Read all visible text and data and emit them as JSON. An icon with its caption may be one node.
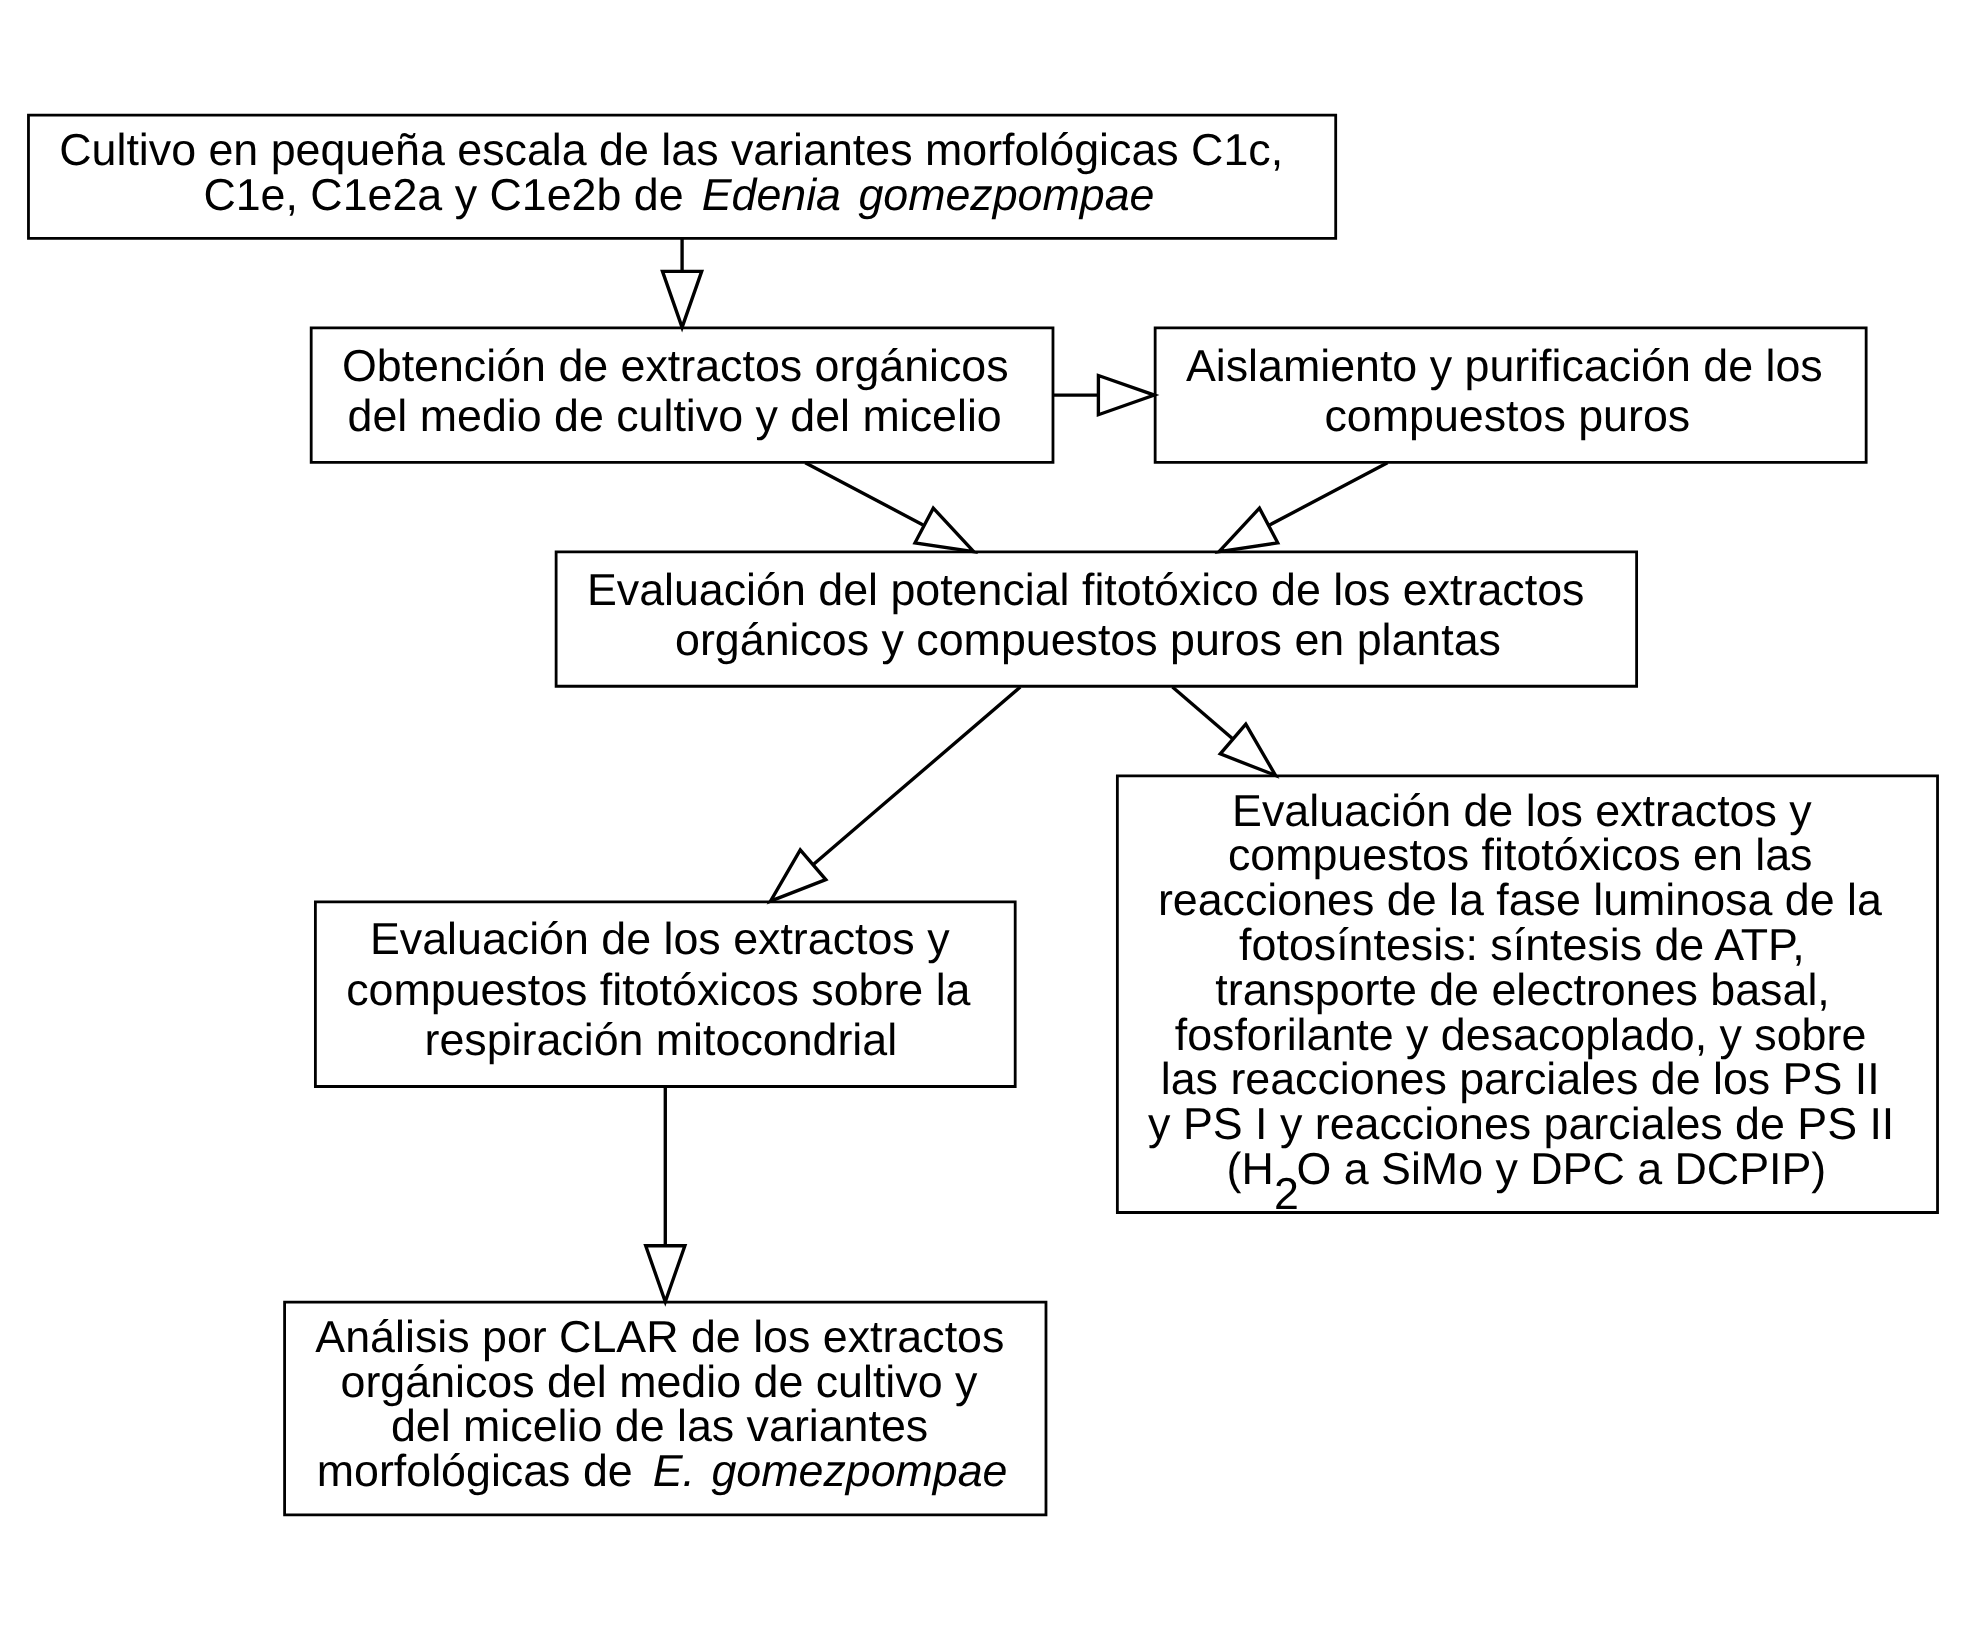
{
  "diagram": {
    "nodes": [
      {
        "text": [
          "Cultivo en pequeña escala de las variantes morfológicas C1c, C1e, C1e2a y C1e2b de *Edenia gomezpompae*"
        ]
      },
      {
        "text": [
          "Obtención de extractos orgánicos del medio de cultivo y del micelio"
        ]
      },
      {
        "text": [
          "Aislamiento y purificación de los compuestos puros"
        ]
      },
      {
        "text": [
          "Evaluación del potencial fitotóxico de los extractos orgánicos y compuestos puros en plantas"
        ]
      },
      {
        "text": [
          "Evaluación de los extractos y compuestos fitotóxicos sobre la respiración mitocondrial"
        ]
      },
      {
        "text": [
          "Evaluación de los extractos y compuestos fitotóxicos en las reacciones de la fase luminosa de la fotosíntesis: síntesis de ATP, transporte de electrones basal, fosforilante y desacoplado, y sobre las reacciones parciales de los PS II y PS I y reacciones parciales de PS II (H$_{2}$O a SiMo y DPC a DCPIP)"
        ]
      },
      {
        "text": [
          "Análisis por CLAR de los extractos orgánicos del medio de cultivo y del micelio de las variantes morfológicas de *E. gomezpompae*"
        ]
      }
    ],
    "edges": [
      {
        "from": 0,
        "to": 1,
        "arrow": "to"
      },
      {
        "from": 1,
        "to": 2,
        "arrow": "to"
      },
      {
        "from": 1,
        "to": 3,
        "arrow": "to"
      },
      {
        "from": 2,
        "to": 3,
        "arrow": "to"
      },
      {
        "from": 3,
        "to": 4,
        "arrow": "to"
      },
      {
        "from": 3,
        "to": 5,
        "arrow": "to"
      },
      {
        "from": 4,
        "to": 6,
        "arrow": "to"
      }
    ]
  }
}
